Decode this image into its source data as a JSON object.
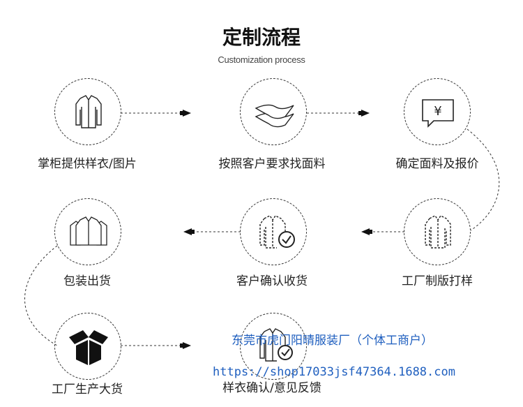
{
  "header": {
    "title": "定制流程",
    "subtitle": "Customization process"
  },
  "steps": [
    {
      "label": "掌柜提供样衣/图片",
      "icon": "shirt-icon"
    },
    {
      "label": "按照客户要求找面料",
      "icon": "fabric-icon"
    },
    {
      "label": "确定面料及报价",
      "icon": "price-tag-yen-icon"
    },
    {
      "label": "工厂制版打样",
      "icon": "dashed-shirt-icon"
    },
    {
      "label": "客户确认收货",
      "icon": "shirt-check-icon"
    },
    {
      "label": "包装出货",
      "icon": "shirts-stack-icon"
    },
    {
      "label": "工厂生产大货",
      "icon": "box-icon"
    },
    {
      "label": "样衣确认/意见反馈",
      "icon": "shirt-check-icon"
    }
  ],
  "price_symbol": "¥",
  "watermark": {
    "company": "东莞市虎门阳晴服装厂（个体工商户）",
    "url": "https://shop17033jsf47364.1688.com"
  }
}
